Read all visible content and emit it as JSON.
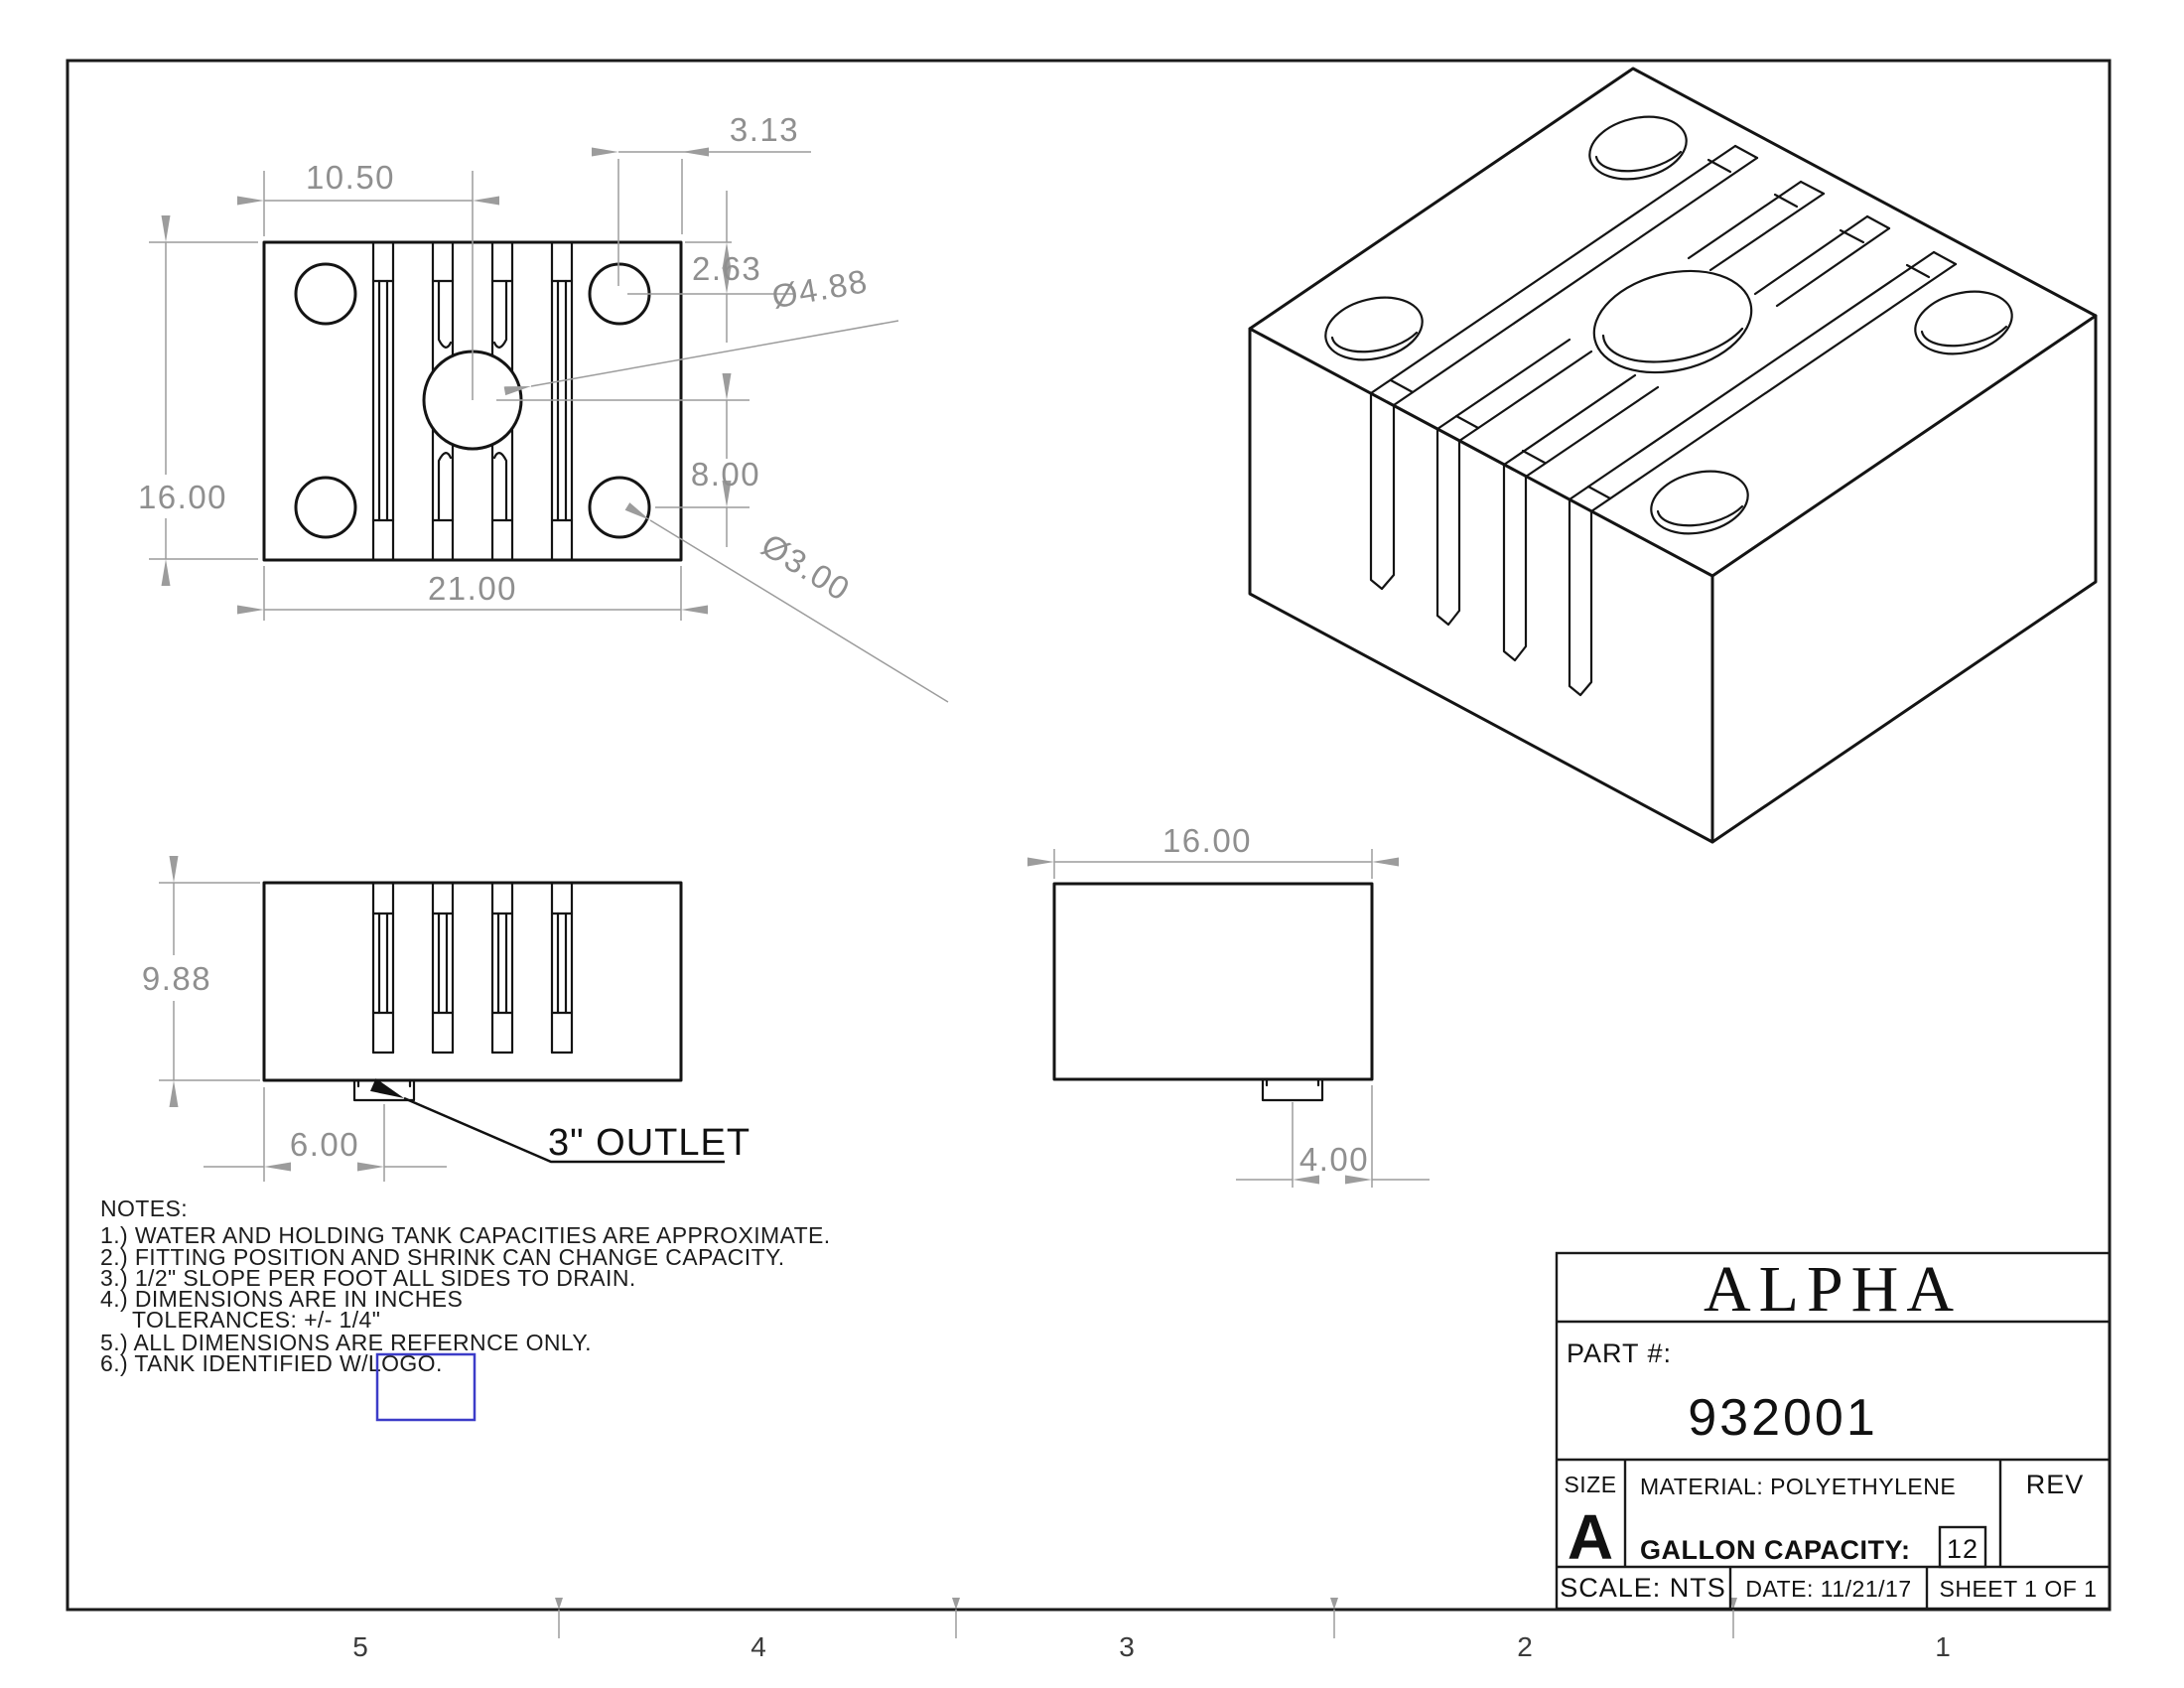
{
  "sheet": {
    "zones": [
      "5",
      "4",
      "3",
      "2",
      "1"
    ]
  },
  "top_view": {
    "d_half": "10.50",
    "d_off": "3.13",
    "d_top": "2.63",
    "d_center_dia": "Ø4.88",
    "d_height": "16.00",
    "d_v": "8.00",
    "d_width": "21.00",
    "d_corner_dia": "Ø3.00"
  },
  "front_view": {
    "d_height": "9.88",
    "d_outlet": "6.00",
    "outlet_label": "3\" OUTLET"
  },
  "side_view": {
    "d_width": "16.00",
    "d_outlet": "4.00"
  },
  "notes": {
    "title": "NOTES:",
    "line1": "1.) WATER AND HOLDING TANK CAPACITIES ARE APPROXIMATE.",
    "line2": "2.) FITTING POSITION AND SHRINK CAN CHANGE CAPACITY.",
    "line3": "3.) 1/2\" SLOPE PER FOOT ALL SIDES TO DRAIN.",
    "line4": "4.) DIMENSIONS ARE IN INCHES",
    "line4b": "TOLERANCES: +/- 1/4\"",
    "line5": "5.) ALL DIMENSIONS ARE REFERNCE ONLY.",
    "line6": "6.) TANK IDENTIFIED W/LOGO."
  },
  "title_block": {
    "company": "ALPHA",
    "part_label": "PART  #:",
    "part_number": "932001",
    "size_label": "SIZE",
    "size_value": "A",
    "material": "MATERIAL:  POLYETHYLENE",
    "capacity_label": "GALLON CAPACITY:",
    "capacity_value": "12",
    "rev_label": "REV",
    "scale": "SCALE: NTS",
    "date": "DATE: 11/21/17",
    "sheet_info": "SHEET 1 OF 1"
  }
}
